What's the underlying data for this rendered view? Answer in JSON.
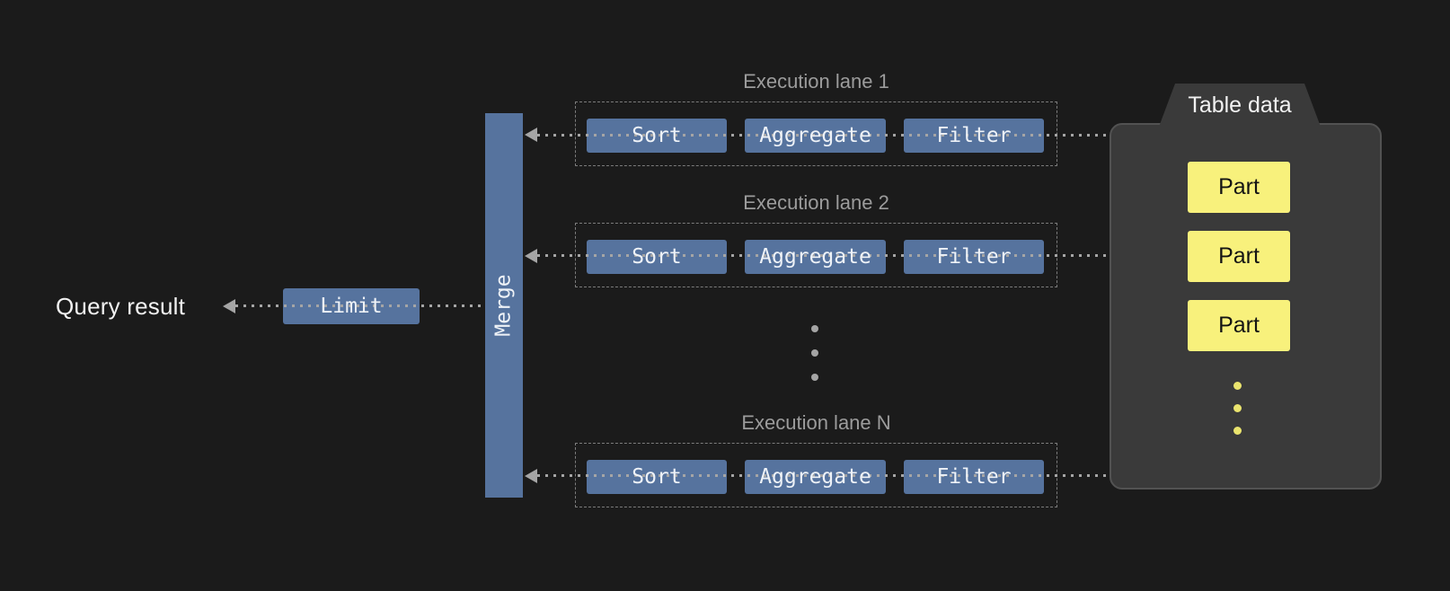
{
  "pipeline": {
    "query_result_label": "Query result",
    "limit_label": "Limit",
    "merge_label": "Merge"
  },
  "lanes": [
    {
      "title": "Execution lane 1",
      "stages": [
        "Sort",
        "Aggregate",
        "Filter"
      ]
    },
    {
      "title": "Execution lane 2",
      "stages": [
        "Sort",
        "Aggregate",
        "Filter"
      ]
    },
    {
      "title": "Execution lane N",
      "stages": [
        "Sort",
        "Aggregate",
        "Filter"
      ]
    }
  ],
  "table": {
    "title": "Table data",
    "parts": [
      "Part",
      "Part",
      "Part"
    ]
  },
  "colors": {
    "background": "#1b1b1b",
    "node_blue": "#56739e",
    "node_text": "#eef2f7",
    "part_yellow": "#f8f17c",
    "part_text": "#141414",
    "container_gray": "#3a3a3a",
    "container_border": "#525252",
    "line_gray": "#a5a5a5",
    "label_gray": "#9c9c9c",
    "dash_border": "#7c7c7c",
    "yellow_dot": "#eae46e"
  }
}
